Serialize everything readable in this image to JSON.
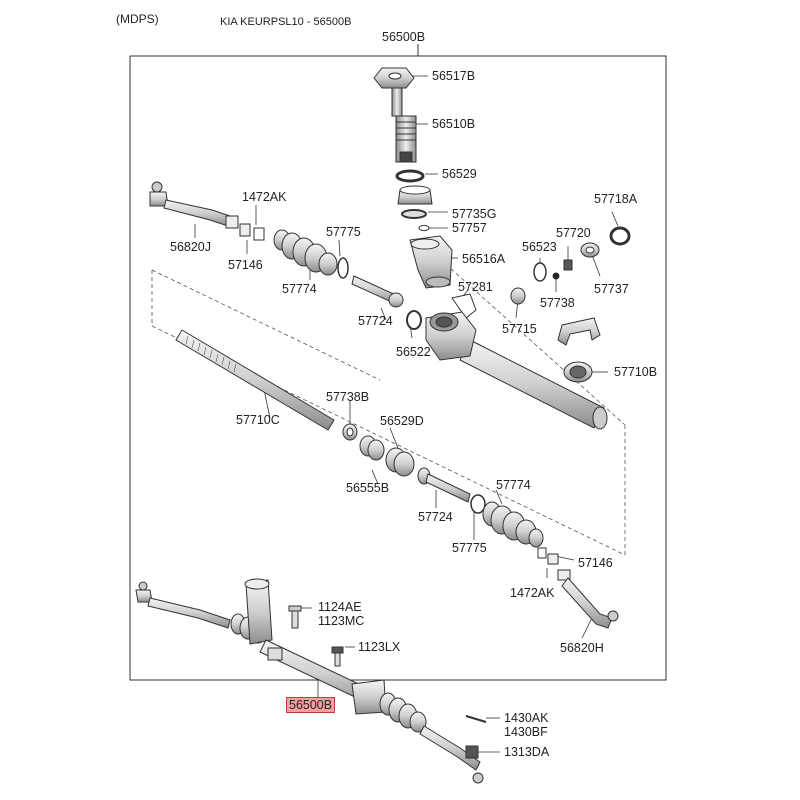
{
  "header": {
    "system": "(MDPS)",
    "catalog_ref": "KIA KEURPSL10 - 56500B"
  },
  "assembly_label": "56500B",
  "parts": {
    "p56517B": "56517B",
    "p56510B": "56510B",
    "p56529": "56529",
    "p57735G": "57735G",
    "p57757": "57757",
    "p56516A": "56516A",
    "p57718A": "57718A",
    "p57720": "57720",
    "p56523": "56523",
    "p57737": "57737",
    "p57738_top": "57738",
    "p57281": "57281",
    "p57715": "57715",
    "p57710B": "57710B",
    "p56522": "56522",
    "p57724_top": "57724",
    "p57775_top": "57775",
    "p57774_top": "57774",
    "p57146_top": "57146",
    "p1472AK_top": "1472AK",
    "p56820J": "56820J",
    "p57710C": "57710C",
    "p57738B": "57738B",
    "p56529D": "56529D",
    "p56555B": "56555B",
    "p57724_bot": "57724",
    "p57774_bot": "57774",
    "p57775_bot": "57775",
    "p57146_bot": "57146",
    "p1472AK_bot": "1472AK",
    "p56820H": "56820H",
    "p1124AE": "1124AE",
    "p1123MC": "1123MC",
    "p1123LX": "1123LX",
    "p56500B_hi": "56500B",
    "p1430AK": "1430AK",
    "p1430BF": "1430BF",
    "p1313DA": "1313DA"
  }
}
